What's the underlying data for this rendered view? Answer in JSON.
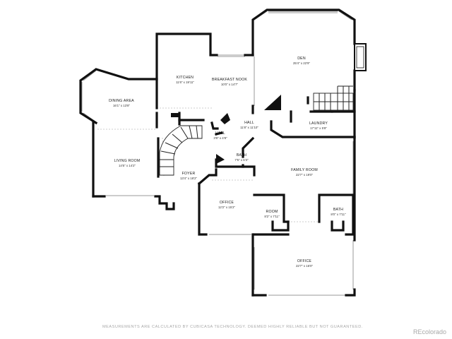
{
  "rooms": {
    "den": {
      "name": "DEN",
      "dims": "25'4\" x 22'9\""
    },
    "kitchen": {
      "name": "KITCHEN",
      "dims": "11'6\" x 19'11\""
    },
    "breakfast_nook": {
      "name": "BREAKFAST NOOK",
      "dims": "10'0\" x 14'7\""
    },
    "dining_area": {
      "name": "DINING AREA",
      "dims": "16'1\" x 13'8\""
    },
    "hall_main": {
      "name": "HALL",
      "dims": "11'8\" x 11'10\""
    },
    "laundry": {
      "name": "LAUNDRY",
      "dims": "17'11\" x 5'8\""
    },
    "hall_small": {
      "name": "HALL",
      "dims": "3'8\" x 4'8\""
    },
    "bath_small": {
      "name": "BATH",
      "dims": "7'5\" x 6'3\""
    },
    "living_room": {
      "name": "LIVING ROOM",
      "dims": "14'5\" x 14'2\""
    },
    "foyer": {
      "name": "FOYER",
      "dims": "13'4\" x 18'2\""
    },
    "family_room": {
      "name": "FAMILY ROOM",
      "dims": "22'7\" x 19'0\""
    },
    "office_west": {
      "name": "OFFICE",
      "dims": "12'2\" x 15'2\""
    },
    "room": {
      "name": "ROOM",
      "dims": "8'2\" x 7'11\""
    },
    "bath_east": {
      "name": "BATH",
      "dims": "8'0\" x 7'11\""
    },
    "office_south": {
      "name": "OFFICE",
      "dims": "22'7\" x 16'0\""
    }
  },
  "footer": {
    "disclaimer": "MEASUREMENTS ARE CALCULATED BY CUBICASA TECHNOLOGY. DEEMED HIGHLY RELIABLE BUT NOT GUARANTEED.",
    "brand": "REcolorado"
  },
  "colors": {
    "wall": "#111111",
    "label": "#1a1a1a",
    "footer": "#a8a8a8"
  }
}
